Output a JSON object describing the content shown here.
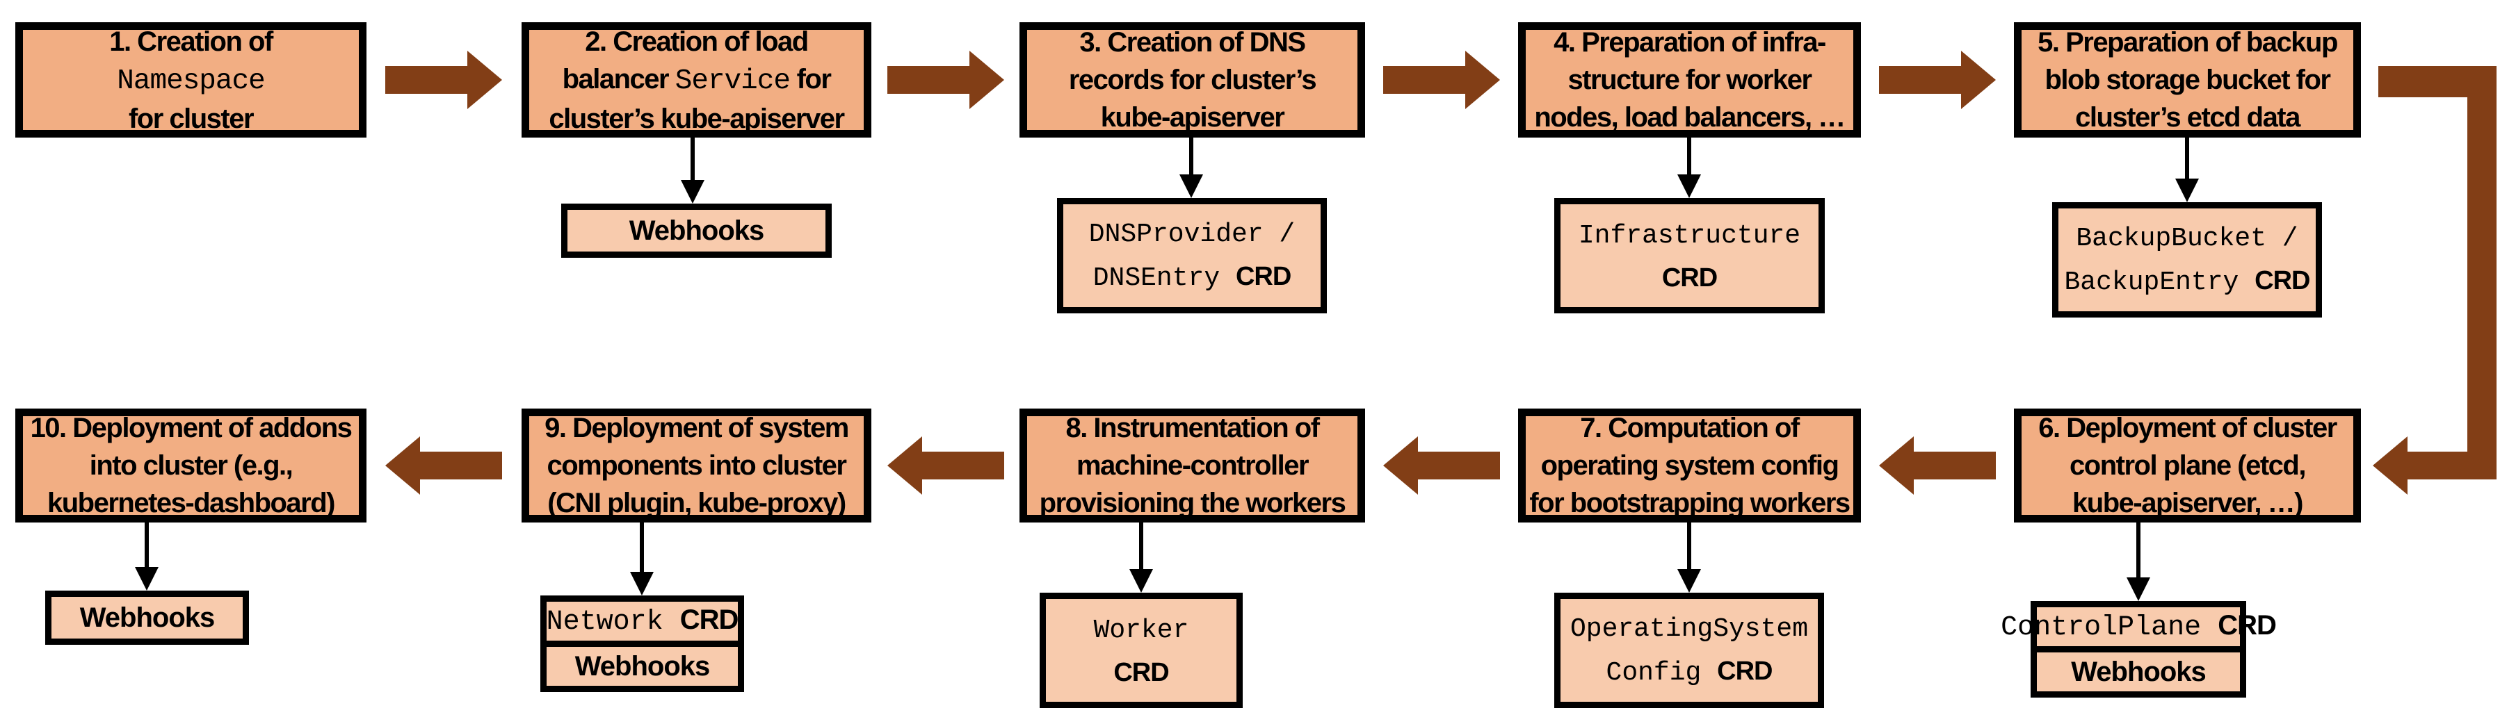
{
  "colors": {
    "main_box_fill": "#F2AE83",
    "sub_box_fill": "#F8CBAD",
    "border": "#000000",
    "arrow_brown": "#823E16",
    "text": "#000000",
    "background": "#FFFFFF"
  },
  "steps": [
    {
      "title_lines": [
        [
          {
            "text": "1. Creation of",
            "font": "sans"
          }
        ],
        [
          {
            "text": "Namespace",
            "font": "mono"
          }
        ],
        [
          {
            "text": "for cluster",
            "font": "sans"
          }
        ]
      ],
      "sub_boxes": []
    },
    {
      "title_lines": [
        [
          {
            "text": "2. Creation of load",
            "font": "sans"
          }
        ],
        [
          {
            "text": "balancer ",
            "font": "sans"
          },
          {
            "text": "Service",
            "font": "mono"
          },
          {
            "text": " for",
            "font": "sans"
          }
        ],
        [
          {
            "text": "cluster’s kube-apiserver",
            "font": "sans"
          }
        ]
      ],
      "sub_boxes": [
        {
          "name": "webhooks-box",
          "lines": [
            [
              {
                "text": "Webhooks",
                "font": "sans"
              }
            ]
          ]
        }
      ]
    },
    {
      "title_lines": [
        [
          {
            "text": "3. Creation of DNS",
            "font": "sans"
          }
        ],
        [
          {
            "text": "records for cluster’s",
            "font": "sans"
          }
        ],
        [
          {
            "text": "kube-apiserver",
            "font": "sans"
          }
        ]
      ],
      "sub_boxes": [
        {
          "name": "dnsprovider-dnsentry-crd-box",
          "lines": [
            [
              {
                "text": "DNSProvider /",
                "font": "mono"
              }
            ],
            [
              {
                "text": "DNSEntry ",
                "font": "mono"
              },
              {
                "text": "CRD",
                "font": "sans"
              }
            ]
          ]
        }
      ]
    },
    {
      "title_lines": [
        [
          {
            "text": "4. Preparation of infra-",
            "font": "sans"
          }
        ],
        [
          {
            "text": "structure for worker",
            "font": "sans"
          }
        ],
        [
          {
            "text": "nodes, load balancers, …",
            "font": "sans"
          }
        ]
      ],
      "sub_boxes": [
        {
          "name": "infrastructure-crd-box",
          "lines": [
            [
              {
                "text": "Infrastructure",
                "font": "mono"
              }
            ],
            [
              {
                "text": "CRD",
                "font": "sans"
              }
            ]
          ]
        }
      ]
    },
    {
      "title_lines": [
        [
          {
            "text": "5. Preparation of backup",
            "font": "sans"
          }
        ],
        [
          {
            "text": "blob storage bucket for",
            "font": "sans"
          }
        ],
        [
          {
            "text": "cluster’s etcd data",
            "font": "sans"
          }
        ]
      ],
      "sub_boxes": [
        {
          "name": "backupbucket-backupentry-crd-box",
          "lines": [
            [
              {
                "text": "BackupBucket /",
                "font": "mono"
              }
            ],
            [
              {
                "text": "BackupEntry ",
                "font": "mono"
              },
              {
                "text": "CRD",
                "font": "sans"
              }
            ]
          ]
        }
      ]
    },
    {
      "title_lines": [
        [
          {
            "text": "6. Deployment of cluster",
            "font": "sans"
          }
        ],
        [
          {
            "text": "control plane (etcd,",
            "font": "sans"
          }
        ],
        [
          {
            "text": "kube-apiserver, …)",
            "font": "sans"
          }
        ]
      ],
      "sub_boxes": [
        {
          "name": "controlplane-crd-box",
          "lines": [
            [
              {
                "text": "ControlPlane ",
                "font": "mono"
              },
              {
                "text": "CRD",
                "font": "sans"
              }
            ]
          ]
        },
        {
          "name": "webhooks-box",
          "lines": [
            [
              {
                "text": "Webhooks",
                "font": "sans"
              }
            ]
          ]
        }
      ]
    },
    {
      "title_lines": [
        [
          {
            "text": "7. Computation of",
            "font": "sans"
          }
        ],
        [
          {
            "text": "operating system config",
            "font": "sans"
          }
        ],
        [
          {
            "text": "for bootstrapping workers",
            "font": "sans"
          }
        ]
      ],
      "sub_boxes": [
        {
          "name": "operatingsystemconfig-crd-box",
          "lines": [
            [
              {
                "text": "OperatingSystem",
                "font": "mono"
              }
            ],
            [
              {
                "text": "Config ",
                "font": "mono"
              },
              {
                "text": "CRD",
                "font": "sans"
              }
            ]
          ]
        }
      ]
    },
    {
      "title_lines": [
        [
          {
            "text": "8. Instrumentation of",
            "font": "sans"
          }
        ],
        [
          {
            "text": "machine-controller",
            "font": "sans"
          }
        ],
        [
          {
            "text": "provisioning the workers",
            "font": "sans"
          }
        ]
      ],
      "sub_boxes": [
        {
          "name": "worker-crd-box",
          "lines": [
            [
              {
                "text": "Worker",
                "font": "mono"
              }
            ],
            [
              {
                "text": "CRD",
                "font": "sans"
              }
            ]
          ]
        }
      ]
    },
    {
      "title_lines": [
        [
          {
            "text": "9. Deployment of system",
            "font": "sans"
          }
        ],
        [
          {
            "text": "components into cluster",
            "font": "sans"
          }
        ],
        [
          {
            "text": "(CNI plugin, kube-proxy)",
            "font": "sans"
          }
        ]
      ],
      "sub_boxes": [
        {
          "name": "network-crd-box",
          "lines": [
            [
              {
                "text": "Network ",
                "font": "mono"
              },
              {
                "text": "CRD",
                "font": "sans"
              }
            ]
          ]
        },
        {
          "name": "webhooks-box",
          "lines": [
            [
              {
                "text": "Webhooks",
                "font": "sans"
              }
            ]
          ]
        }
      ]
    },
    {
      "title_lines": [
        [
          {
            "text": "10. Deployment of addons",
            "font": "sans"
          }
        ],
        [
          {
            "text": "into cluster (e.g.,",
            "font": "sans"
          }
        ],
        [
          {
            "text": "kubernetes-dashboard)",
            "font": "sans"
          }
        ]
      ],
      "sub_boxes": [
        {
          "name": "webhooks-box",
          "lines": [
            [
              {
                "text": "Webhooks",
                "font": "sans"
              }
            ]
          ]
        }
      ]
    }
  ]
}
